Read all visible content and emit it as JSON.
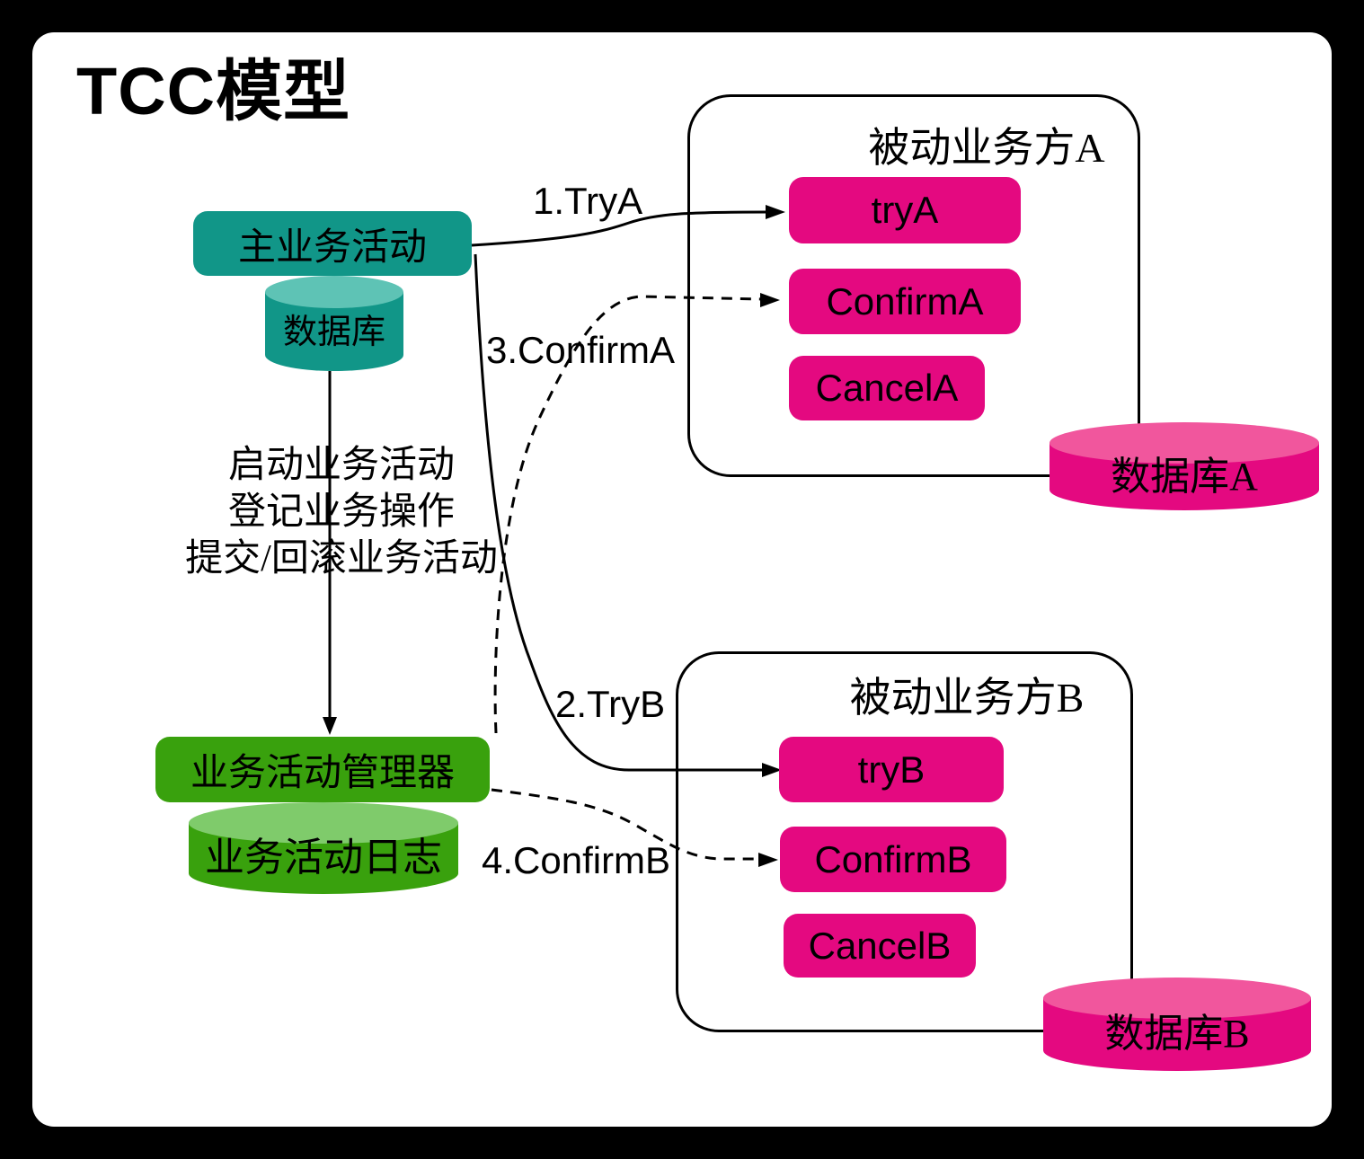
{
  "title": "TCC模型",
  "main": {
    "activity": "主业务活动",
    "db": "数据库",
    "note_line1": "启动业务活动",
    "note_line2": "登记业务操作",
    "note_line3": "提交/回滚业务活动"
  },
  "manager": {
    "label": "业务活动管理器",
    "log": "业务活动日志"
  },
  "party_a": {
    "title": "被动业务方A",
    "try": "tryA",
    "confirm": "ConfirmA",
    "cancel": "CancelA",
    "db": "数据库A"
  },
  "party_b": {
    "title": "被动业务方B",
    "try": "tryB",
    "confirm": "ConfirmB",
    "cancel": "CancelB",
    "db": "数据库B"
  },
  "edges": {
    "try_a": "1.TryA",
    "try_b": "2.TryB",
    "confirm_a": "3.ConfirmA",
    "confirm_b": "4.ConfirmB"
  },
  "colors": {
    "teal": "#119688",
    "teal_light": "#5EC3B5",
    "green": "#39A10D",
    "green_light": "#7FCB6B",
    "pink": "#E40980",
    "pink_light": "#F1569D",
    "line": "#000000",
    "background": "#000000",
    "card": "#FFFFFF"
  }
}
